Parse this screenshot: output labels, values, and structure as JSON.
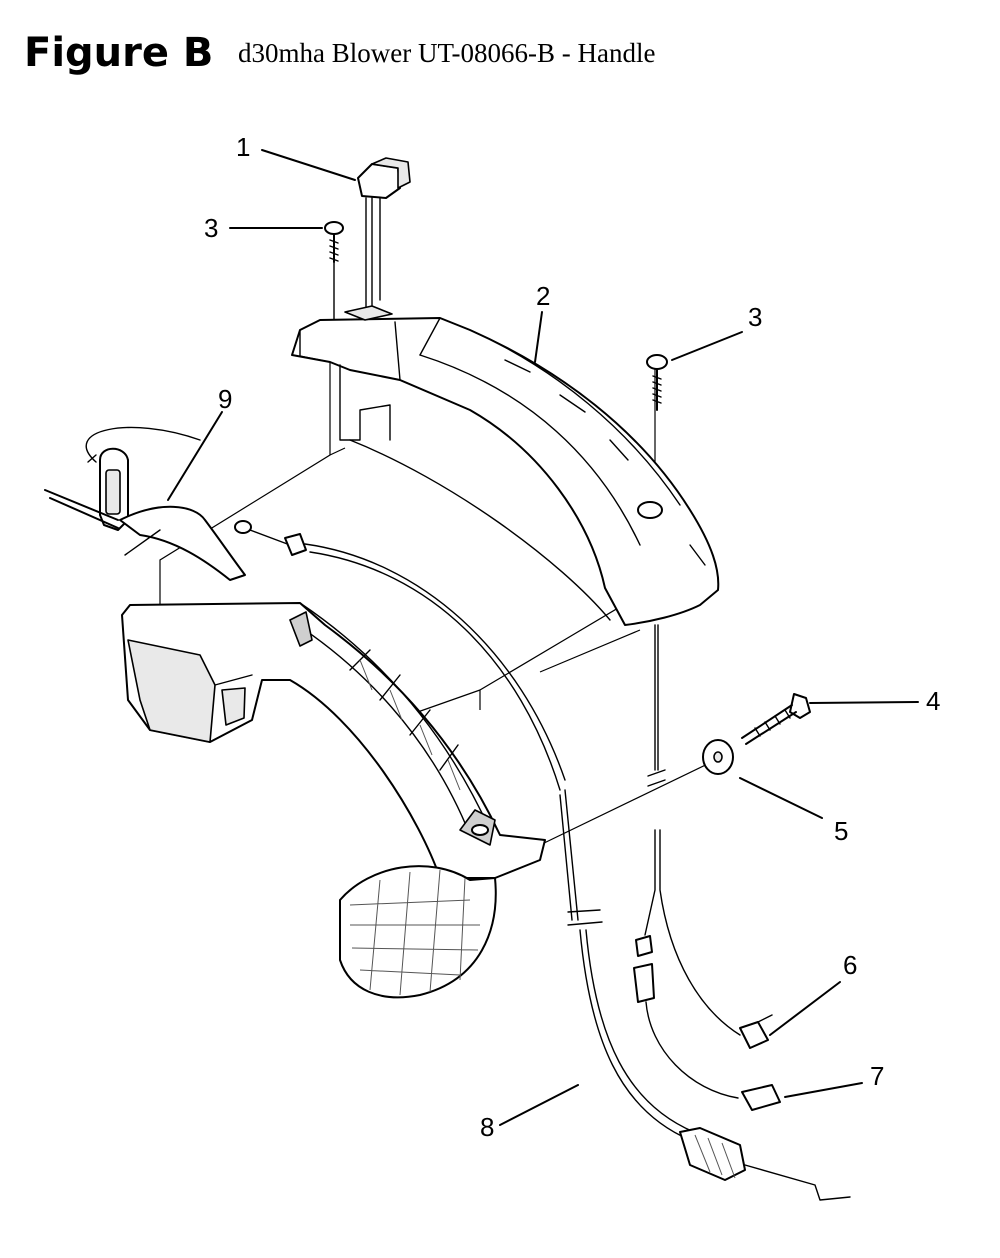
{
  "header": {
    "figure_label": "Figure B",
    "title": "d30mha Blower UT-08066-B - Handle"
  },
  "callouts": [
    "1",
    "2",
    "3",
    "3",
    "4",
    "5",
    "6",
    "7",
    "8",
    "9"
  ]
}
